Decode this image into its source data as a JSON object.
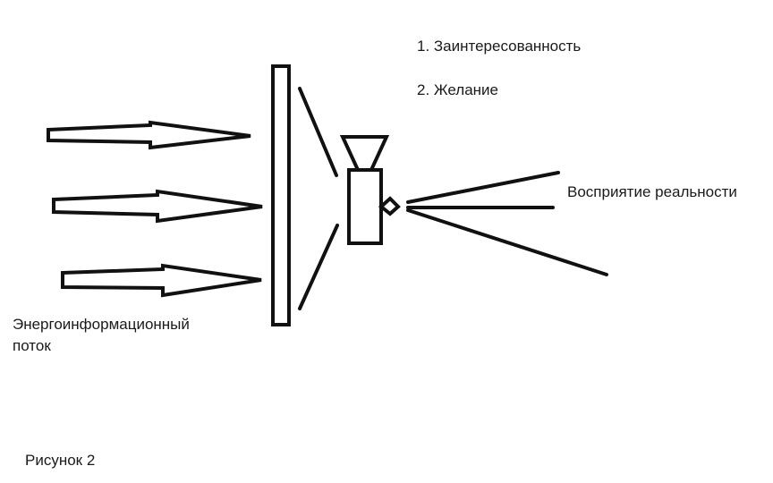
{
  "labels": {
    "item1": "1. Заинтересованность",
    "item2": "2. Желание",
    "perception": "Восприятие реальности",
    "flow_line1": "Энергоинформационный",
    "flow_line2": "поток",
    "figure": "Рисунок 2"
  },
  "colors": {
    "stroke": "#111111",
    "text": "#1a1a1a",
    "background": "#ffffff"
  }
}
